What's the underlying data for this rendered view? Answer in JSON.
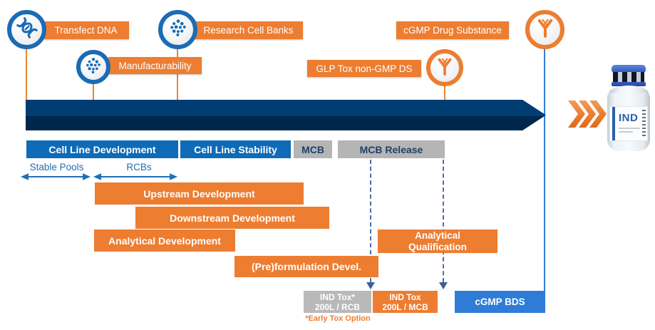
{
  "milestones": [
    {
      "label": "Transfect DNA",
      "icon": "dna-icon"
    },
    {
      "label": "Manufacturability",
      "icon": "cells-icon"
    },
    {
      "label": "Research Cell Banks",
      "icon": "cells-icon"
    },
    {
      "label": "GLP Tox non-GMP DS",
      "icon": "antibody-icon"
    },
    {
      "label": "cGMP Drug Substance",
      "icon": "antibody-icon"
    }
  ],
  "phases": [
    {
      "label": "Cell Line Development"
    },
    {
      "label": "Cell Line Stability"
    },
    {
      "label": "MCB"
    },
    {
      "label": "MCB Release"
    }
  ],
  "ranges": [
    {
      "label": "Stable Pools"
    },
    {
      "label": "RCBs"
    }
  ],
  "activities": [
    {
      "label": "Upstream Development"
    },
    {
      "label": "Downstream Development"
    },
    {
      "label": "Analytical Development"
    },
    {
      "label": "(Pre)formulation Devel."
    },
    {
      "label": "Analytical Qualification"
    }
  ],
  "deliverables": [
    {
      "line1": "IND Tox*",
      "line2": "200L / RCB"
    },
    {
      "line1": "IND Tox",
      "line2": "200L / MCB"
    },
    {
      "label": "cGMP BDS"
    }
  ],
  "footnote": "*Early Tox Option",
  "vial": {
    "label": "IND"
  },
  "icons": {
    "dna": "dna-helix-in-blue-circle",
    "cells": "cell-cluster-dots-in-blue-circle",
    "antibody": "antibody-y-in-orange-circle",
    "chevrons": "triple-chevron-right"
  },
  "colors": {
    "orange": "#ED7D31",
    "blue_bar": "#0E6BB8",
    "bright_blue": "#2F7CD6",
    "navy_top": "#003D72",
    "navy_bottom": "#00264C",
    "gray_bar": "#B5B5B5",
    "dash_blue": "#4F6FA0",
    "range_blue": "#1F6FB5"
  }
}
